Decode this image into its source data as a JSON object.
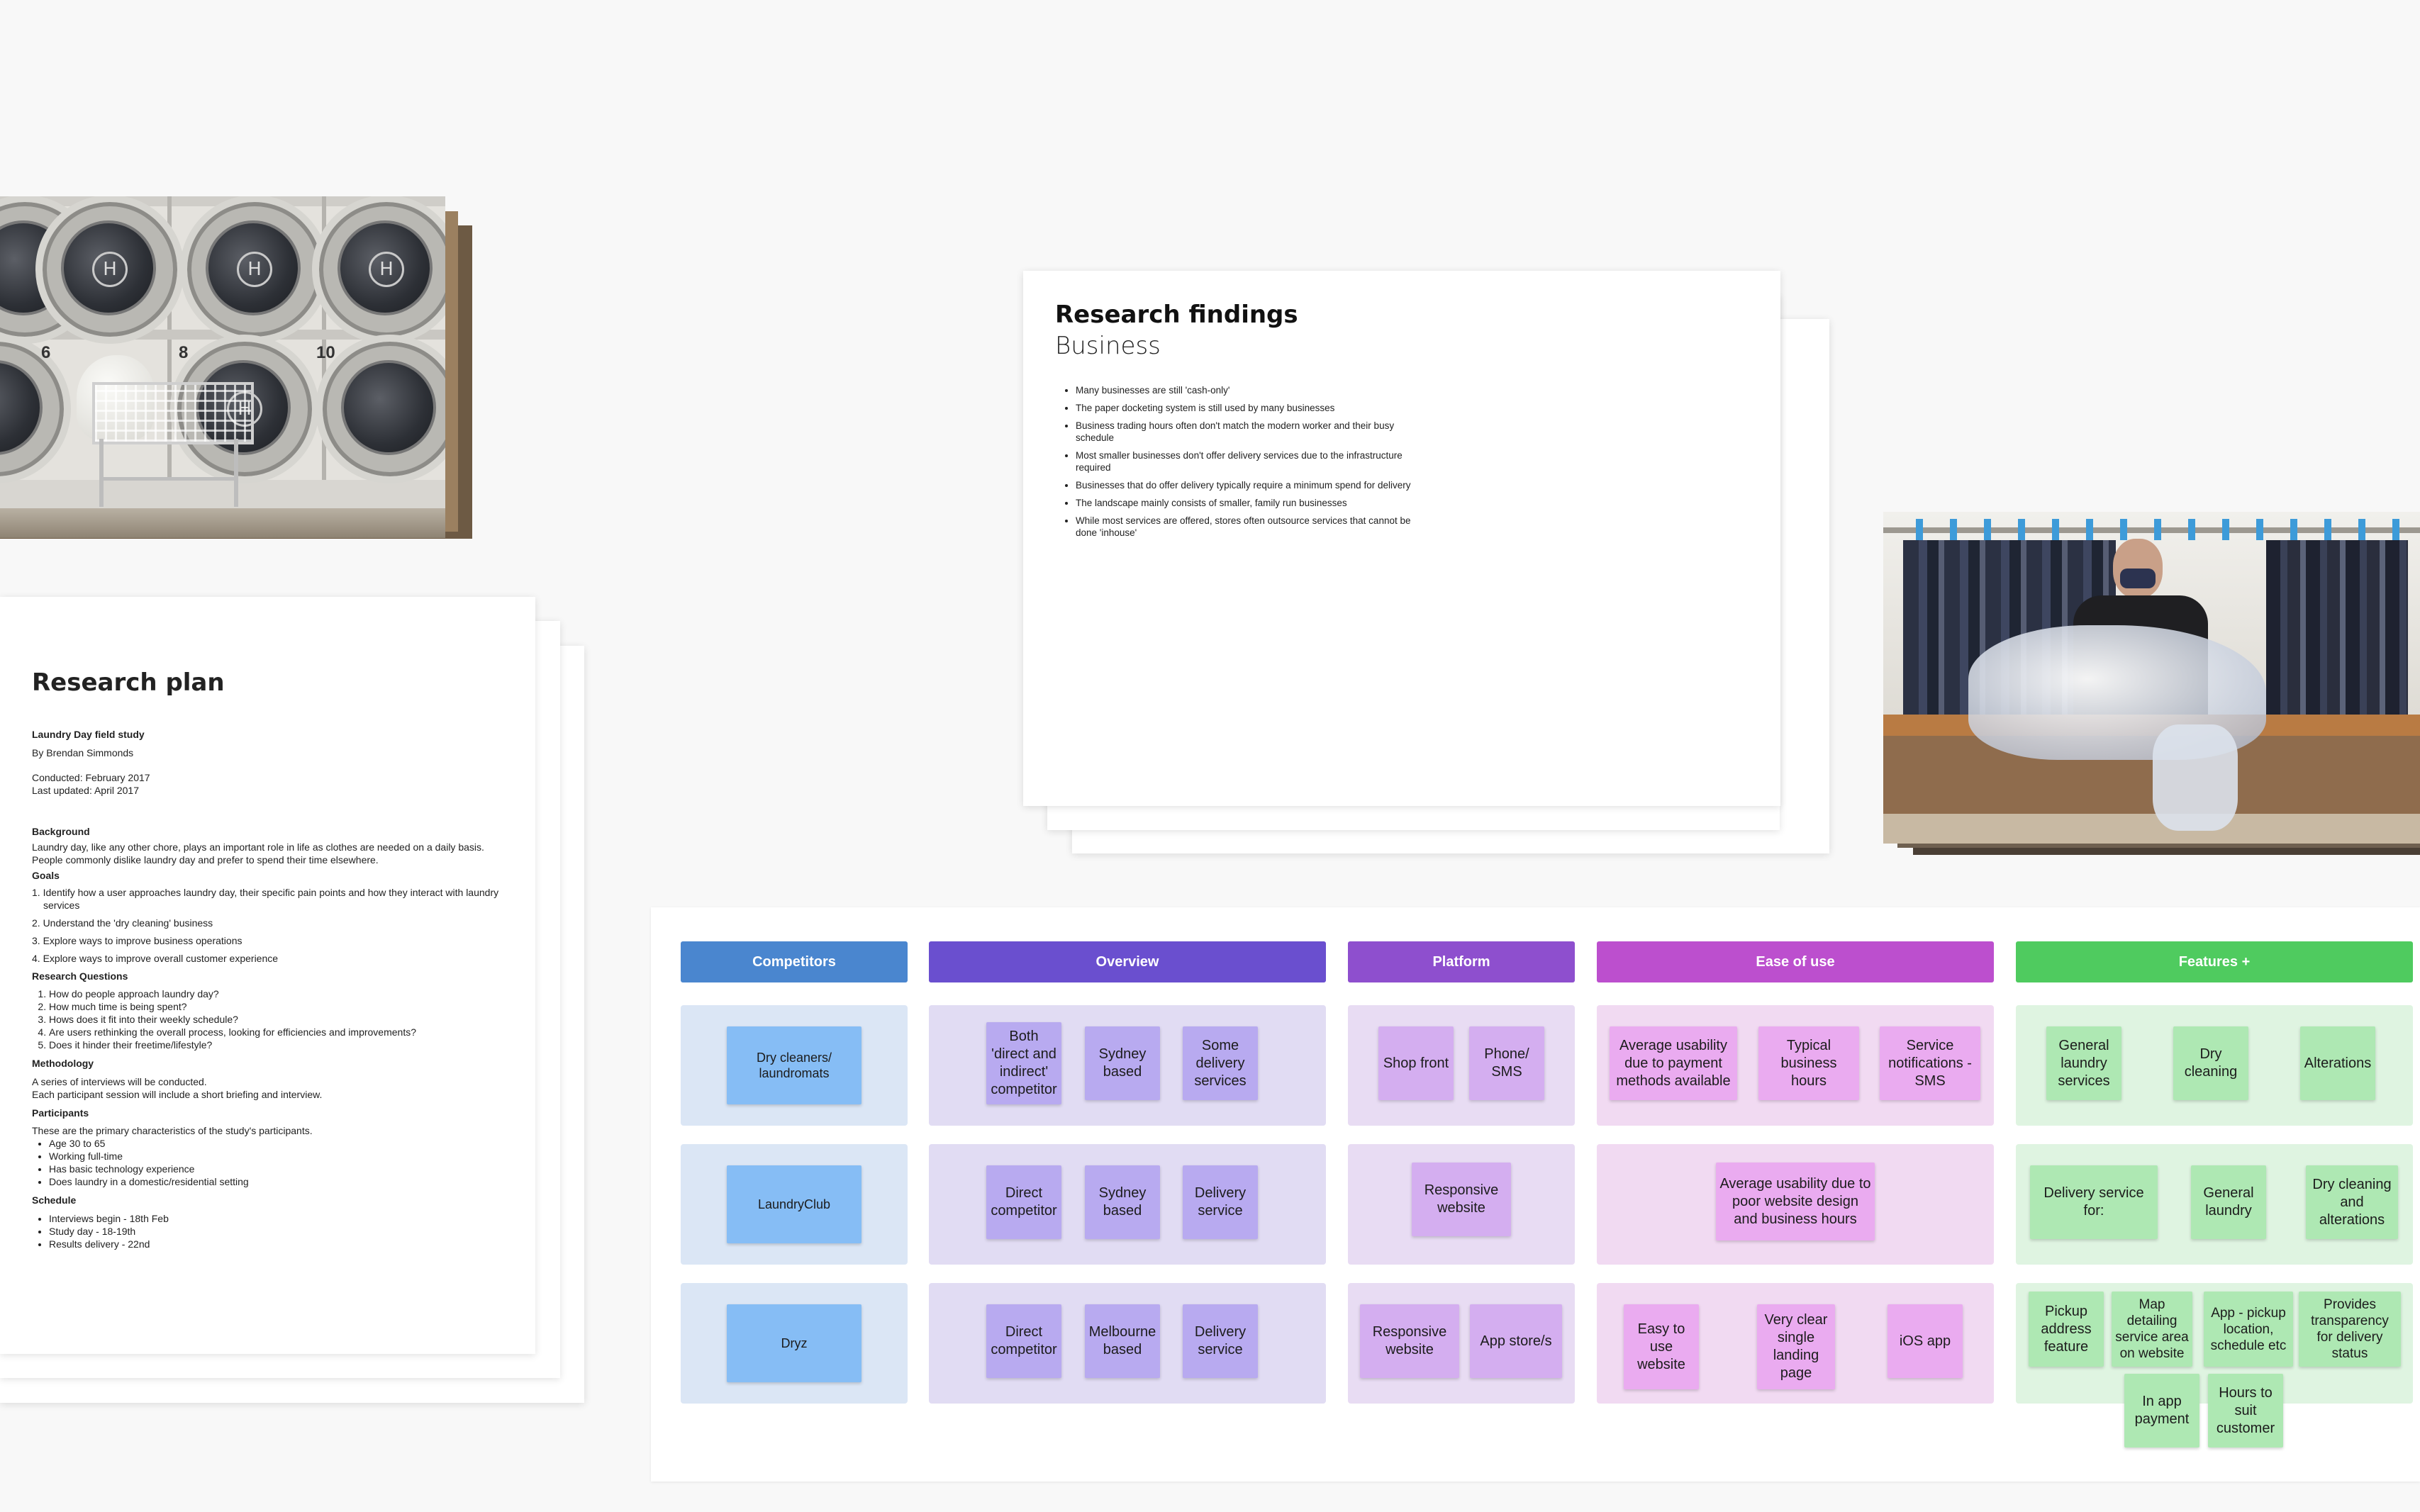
{
  "photos": {
    "laundromat": {
      "machine_numbers": [
        "6",
        "8",
        "10"
      ],
      "logo_glyph": "H"
    },
    "drycleaner": {}
  },
  "research_findings": {
    "title": "Research findings",
    "subtitle": "Business",
    "bullets": [
      "Many businesses are still 'cash-only'",
      "The paper docketing system is still used by many businesses",
      "Business trading hours often don't match the modern worker and their busy schedule",
      "Most smaller businesses don't offer delivery services due to the infrastructure required",
      "Businesses that do offer delivery typically require a minimum spend for delivery",
      "The landscape mainly consists of smaller, family run businesses",
      "While most services are offered, stores often outsource services that cannot be done 'inhouse'"
    ]
  },
  "research_plan": {
    "title": "Research plan",
    "study": "Laundry Day field study",
    "author": "By Brendan Simmonds",
    "conducted": "Conducted: February 2017",
    "updated": "Last updated: April 2017",
    "background_heading": "Background",
    "background_text": "Laundry day, like any other chore, plays an important role in life as clothes are needed on a daily basis. People commonly dislike laundry day and prefer to spend their time elsewhere.",
    "goals_heading": "Goals",
    "goals": [
      "1. Identify how a user approaches laundry day, their specific pain points and how they interact with laundry services",
      "2. Understand the 'dry cleaning' business",
      "3. Explore ways to improve business operations",
      "4. Explore ways to improve overall customer experience"
    ],
    "questions_heading": "Research Questions",
    "questions": [
      "How do people approach laundry day?",
      "How much time is being spent?",
      "Hows does it fit into their weekly schedule?",
      "Are users rethinking the overall process, looking for efficiencies and improvements?",
      "Does it hinder their freetime/lifestyle?"
    ],
    "methodology_heading": "Methodology",
    "methodology_text": "A series of interviews will be conducted.\nEach participant session will include a short briefing and interview.",
    "participants_heading": "Participants",
    "participants_intro": "These are the primary characteristics of the study's participants.",
    "participants": [
      "Age 30 to 65",
      "Working full-time",
      "Has basic technology experience",
      "Does laundry in a domestic/residential setting"
    ],
    "schedule_heading": "Schedule",
    "schedule": [
      "Interviews begin - 18th Feb",
      "Study day - 18-19th",
      "Results delivery - 22nd"
    ]
  },
  "board": {
    "colors": {
      "competitors": "#4a86cf",
      "overview": "#6a4fcf",
      "platform": "#8e4fce",
      "ease": "#bc4fce",
      "features": "#4fcb5f"
    },
    "headers": [
      "Competitors",
      "Overview",
      "Platform",
      "Ease of use",
      "Features +"
    ],
    "rows": [
      {
        "competitor": "Dry cleaners/ laundromats",
        "overview": [
          "Both 'direct and indirect' competitor",
          "Sydney based",
          "Some delivery services"
        ],
        "platform": [
          "Shop front",
          "Phone/ SMS"
        ],
        "ease": [
          "Average usability due to payment methods available",
          "Typical business hours",
          "Service notifications - SMS"
        ],
        "features": [
          "General laundry services",
          "Dry cleaning",
          "Alterations"
        ]
      },
      {
        "competitor": "LaundryClub",
        "overview": [
          "Direct competitor",
          "Sydney based",
          "Delivery service"
        ],
        "platform": [
          "Responsive website"
        ],
        "ease": [
          "Average usability due to poor website design and business hours"
        ],
        "features": [
          "Delivery service for:",
          "General laundry",
          "Dry cleaning and alterations"
        ]
      },
      {
        "competitor": "Dryz",
        "overview": [
          "Direct competitor",
          "Melbourne based",
          "Delivery service"
        ],
        "platform": [
          "Responsive website",
          "App store/s"
        ],
        "ease": [
          "Easy to use website",
          "Very clear single landing page",
          "iOS app"
        ],
        "features": [
          "Pickup address feature",
          "Map detailing service area on website",
          "App - pickup location, schedule etc",
          "Provides transparency for delivery status",
          "In app payment",
          "Hours to suit customer"
        ]
      }
    ]
  }
}
